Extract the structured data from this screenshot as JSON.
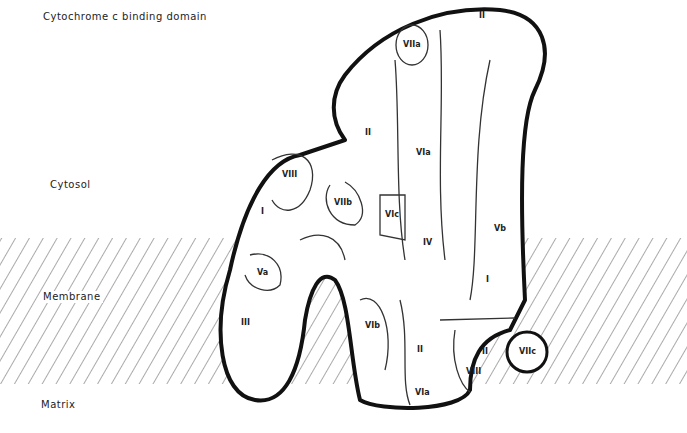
{
  "diagram": {
    "labels": [
      "Cytochrome c binding domain",
      "Cytosol",
      "Membrane",
      "Matrix",
      "II",
      "VIIa",
      "II",
      "VIa",
      "VIII",
      "VIIb",
      "VIc",
      "Vb",
      "I",
      "Va",
      "IV",
      "I",
      "III",
      "VIb",
      "II",
      "II",
      "VIIc",
      "VIII",
      "VIa"
    ]
  }
}
